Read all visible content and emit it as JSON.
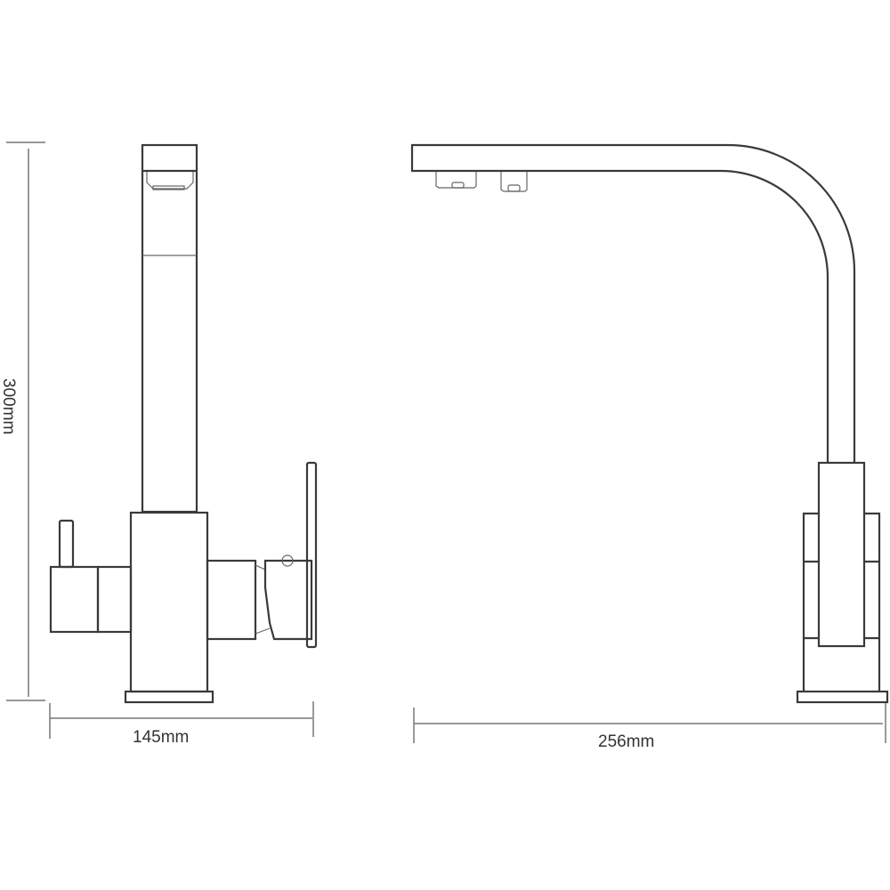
{
  "diagram": {
    "subject": "kitchen-faucet-dimension-drawing",
    "dimensions": {
      "height_label": "300mm",
      "side_width_label": "145mm",
      "reach_label": "256mm"
    },
    "colors": {
      "line": "#3a3a3a",
      "dimension": "#777777",
      "background": "#ffffff"
    }
  }
}
